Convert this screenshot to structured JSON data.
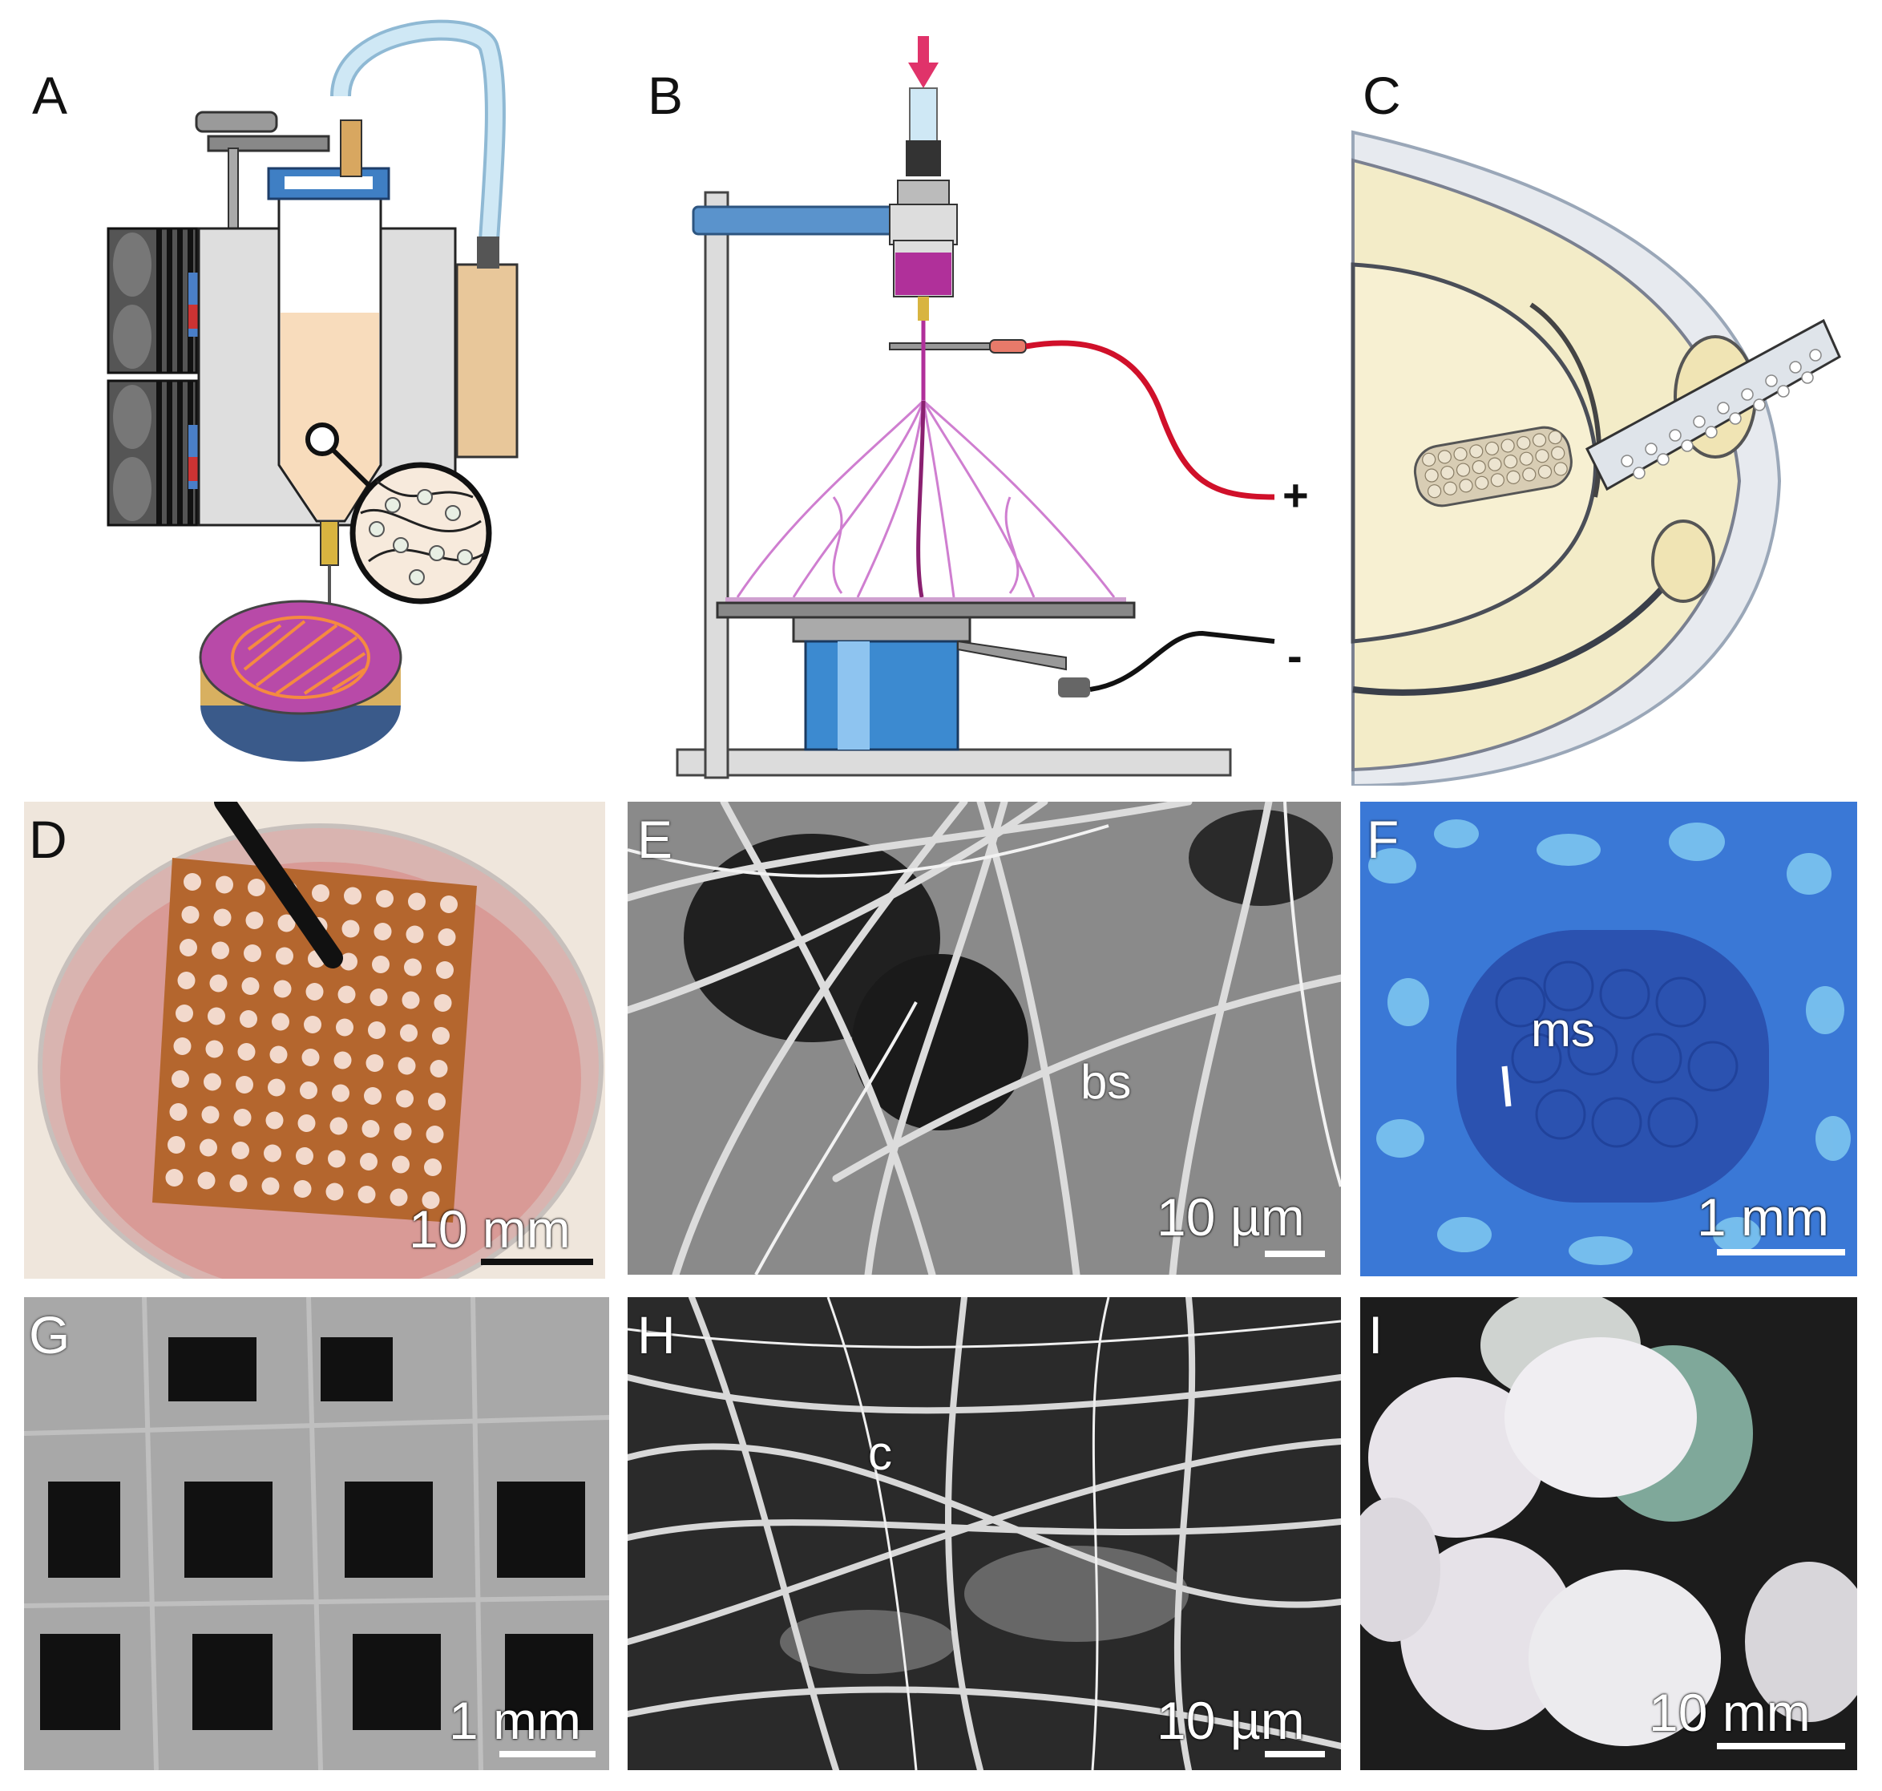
{
  "panels": {
    "A": {
      "letter": "A"
    },
    "B": {
      "letter": "B",
      "plus": "+",
      "minus": "-"
    },
    "C": {
      "letter": "C"
    },
    "D": {
      "letter": "D",
      "scale": "10 mm"
    },
    "E": {
      "letter": "E",
      "scale": "10 µm",
      "label": "bs"
    },
    "F": {
      "letter": "F",
      "scale": "1 mm",
      "label": "ms"
    },
    "G": {
      "letter": "G",
      "scale": "1 mm"
    },
    "H": {
      "letter": "H",
      "scale": "10 µm",
      "label": "c"
    },
    "I": {
      "letter": "I",
      "scale": "10 mm"
    }
  },
  "colors": {
    "medium_fill": "#f8dcbc",
    "tube": "#bfe0f0",
    "cap_blue": "#3f7fc4",
    "bioink_magenta": "#b0309a",
    "wire_red": "#d0102a",
    "arrow_pink": "#e0336a",
    "stage_blue": "#3c8ad0",
    "cartilage": "#f3ecc8",
    "stain_blue": "#2f5fc8"
  }
}
